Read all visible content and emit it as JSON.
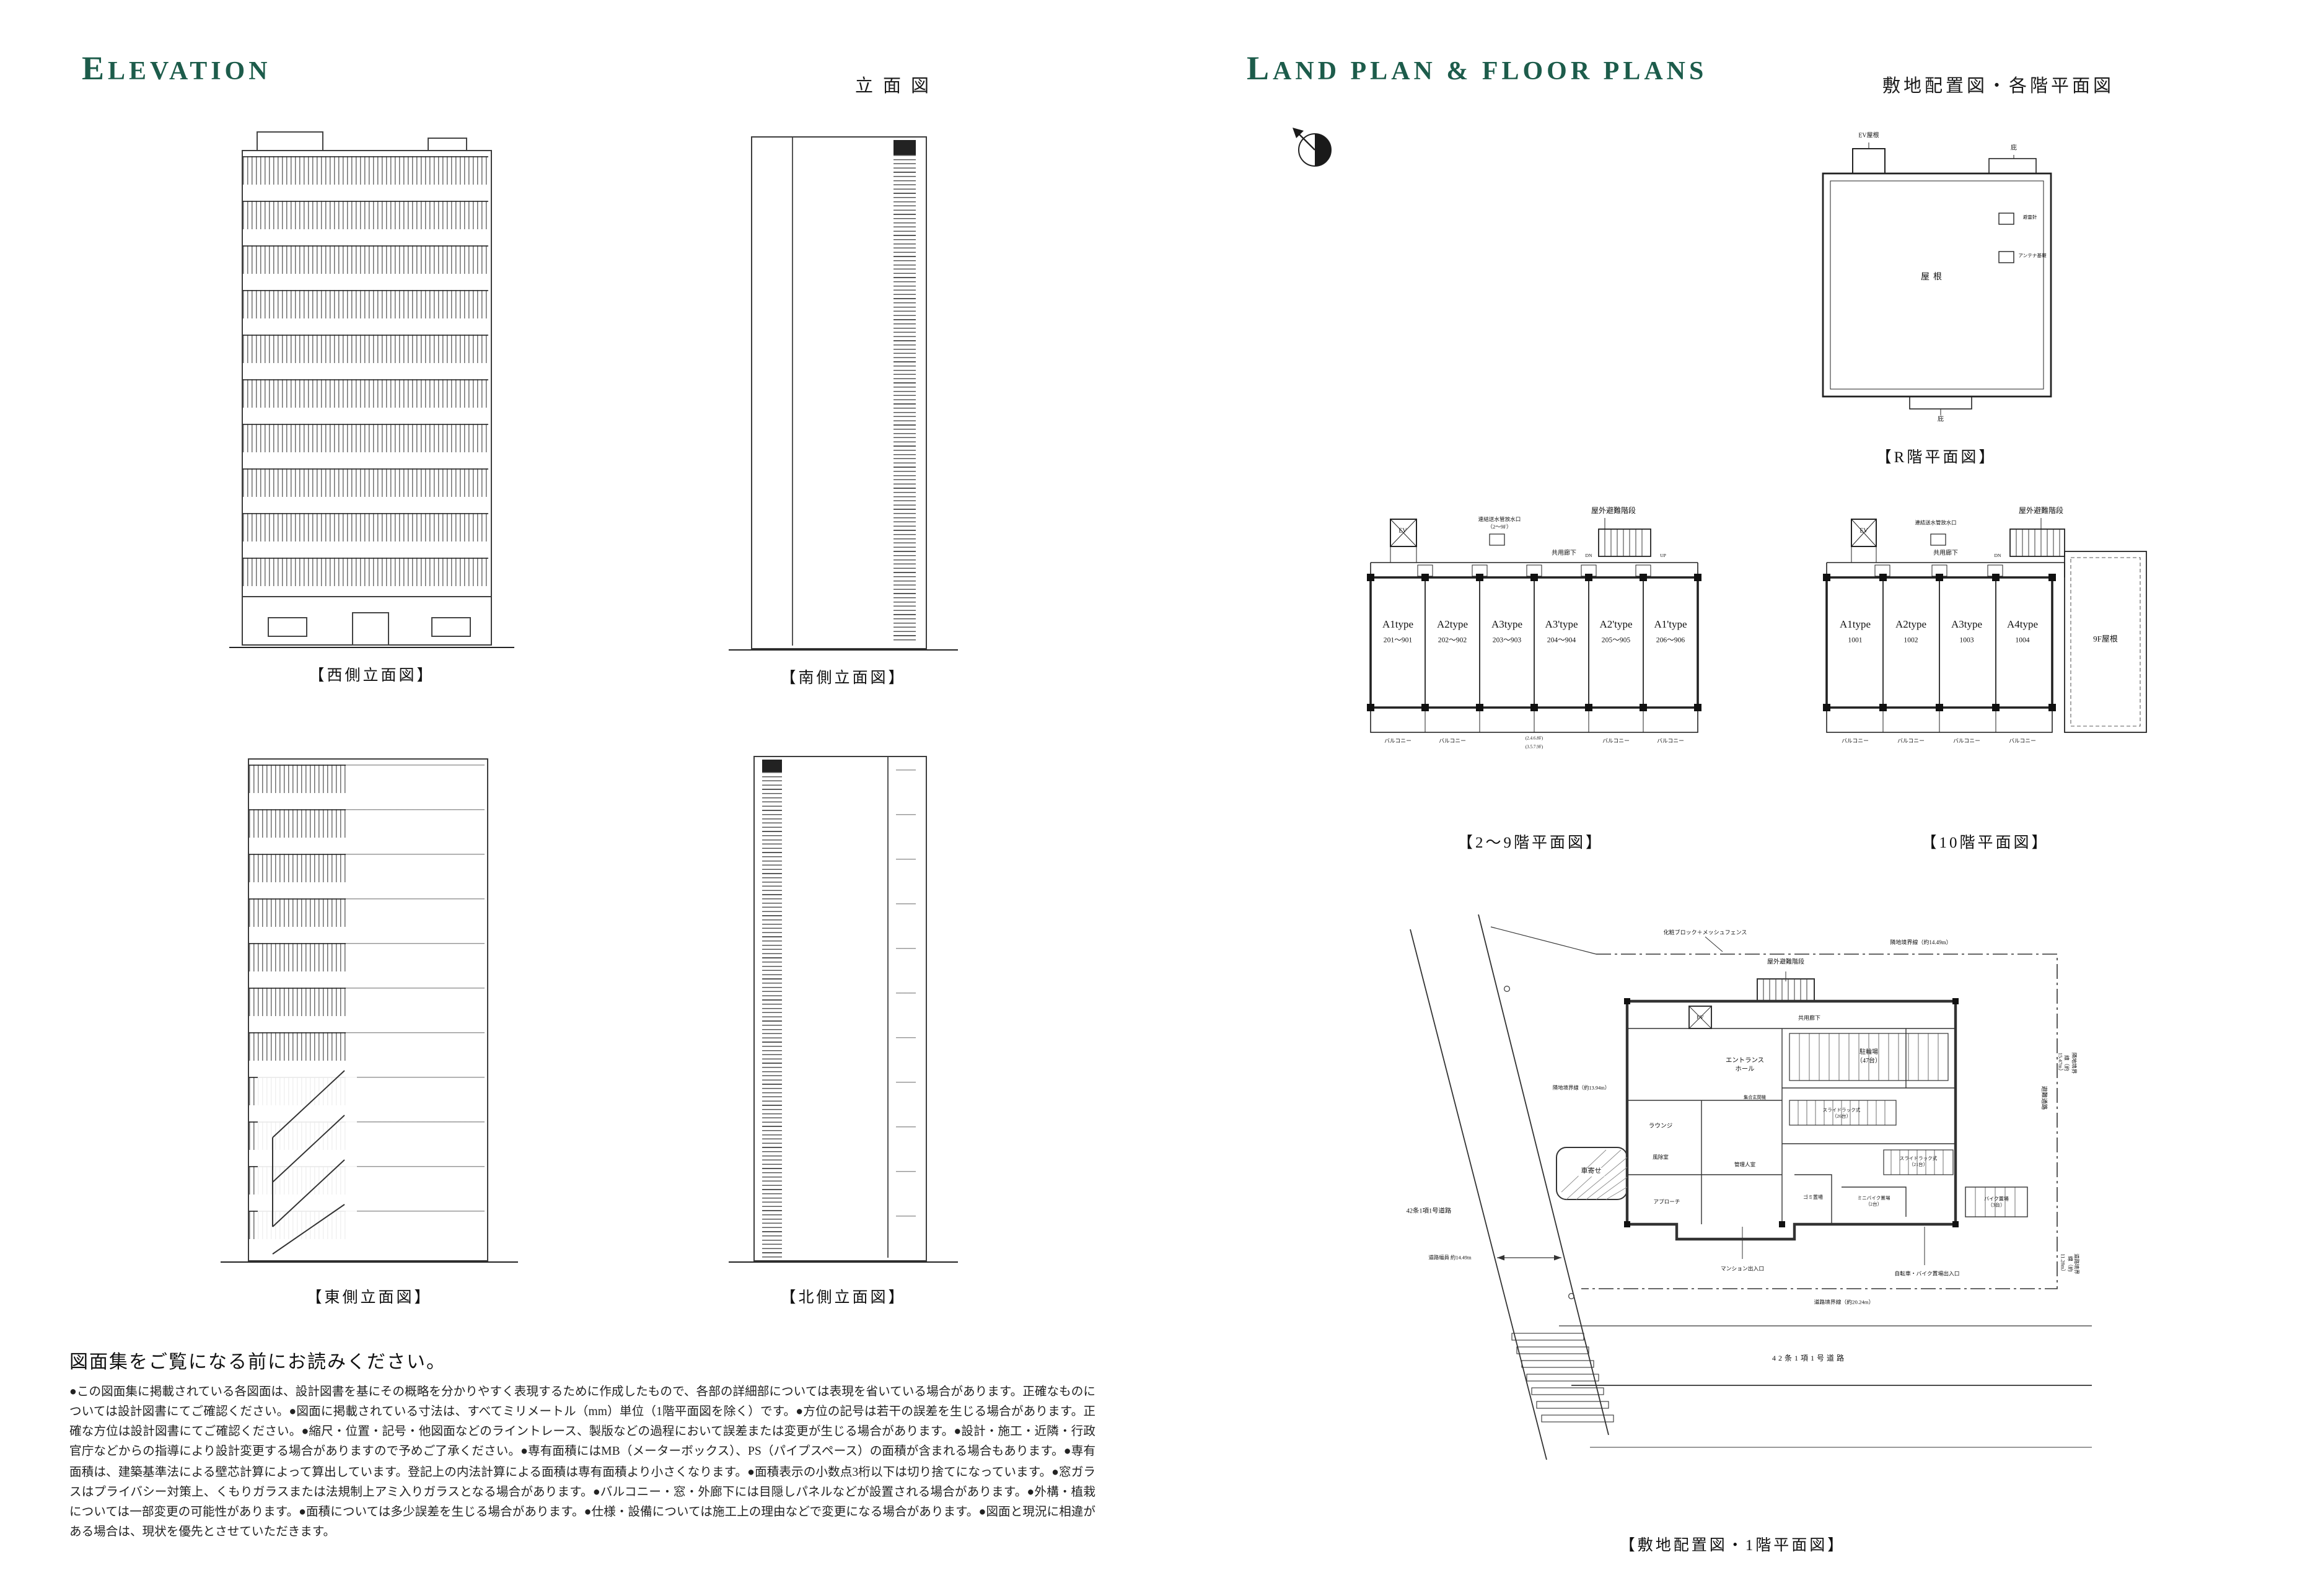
{
  "left": {
    "header": {
      "title": "ELEVATION",
      "subtitle": "立面図"
    },
    "elevations": [
      {
        "caption": "【西側立面図】"
      },
      {
        "caption": "【南側立面図】"
      },
      {
        "caption": "【東側立面図】"
      },
      {
        "caption": "【北側立面図】"
      }
    ],
    "notes": {
      "title": "図面集をご覧になる前にお読みください。",
      "body": "●この図面集に掲載されている各図面は、設計図書を基にその概略を分かりやすく表現するために作成したもので、各部の詳細部については表現を省いている場合があります。正確なものについては設計図書にてご確認ください。●図面に掲載されている寸法は、すべてミリメートル（mm）単位（1階平面図を除く）です。●方位の記号は若干の誤差を生じる場合があります。正確な方位は設計図書にてご確認ください。●縮尺・位置・記号・他図面などのライントレース、製版などの過程において誤差または変更が生じる場合があります。●設計・施工・近隣・行政官庁などからの指導により設計変更する場合がありますので予めご了承ください。●専有面積にはMB（メーターボックス）、PS（パイプスペース）の面積が含まれる場合もあります。●専有面積は、建築基準法による壁芯計算によって算出しています。登記上の内法計算による面積は専有面積より小さくなります。●面積表示の小数点3桁以下は切り捨てになっています。●窓ガラスはプライバシー対策上、くもりガラスまたは法規制上アミ入りガラスとなる場合があります。●バルコニー・窓・外廊下には目隠しパネルなどが設置される場合があります。●外構・植栽については一部変更の可能性があります。●面積については多少誤差を生じる場合があります。●仕様・設備については施工上の理由などで変更になる場合があります。●図面と現況に相違がある場合は、現状を優先とさせていただきます。"
    }
  },
  "right": {
    "header": {
      "title": "LAND PLAN & FLOOR PLANS",
      "subtitle": "敷地配置図・各階平面図"
    },
    "roof": {
      "caption": "【R階平面図】",
      "labels": {
        "ev_roof": "EV屋根",
        "canopy_top": "庇",
        "roof": "屋根",
        "lightning": "避雷針",
        "antenna": "アンテナ基礎",
        "canopy_bottom": "庇"
      }
    },
    "floor29": {
      "caption": "【2〜9階平面図】",
      "labels": {
        "stairs": "屋外避難階段",
        "standpipe": "連結送水管放水口\n（2〜9F）",
        "corridor": "共用廊下",
        "ev": "EV",
        "dn": "DN",
        "up": "UP",
        "balcony": "バルコニー",
        "note_even": "(2.4.6.8F)",
        "note_odd": "(3.5.7.9F)"
      },
      "units": [
        {
          "type": "A1type",
          "rooms": "201〜901"
        },
        {
          "type": "A2type",
          "rooms": "202〜902"
        },
        {
          "type": "A3type",
          "rooms": "203〜903"
        },
        {
          "type": "A3'type",
          "rooms": "204〜904"
        },
        {
          "type": "A2'type",
          "rooms": "205〜905"
        },
        {
          "type": "A1'type",
          "rooms": "206〜906"
        }
      ]
    },
    "floor10": {
      "caption": "【10階平面図】",
      "labels": {
        "stairs": "屋外避難階段",
        "standpipe": "連結送水管放水口",
        "corridor": "共用廊下",
        "ev": "EV",
        "dn": "DN",
        "roof9f": "9F屋根",
        "balcony": "バルコニー"
      },
      "units": [
        {
          "type": "A1type",
          "rooms": "1001"
        },
        {
          "type": "A2type",
          "rooms": "1002"
        },
        {
          "type": "A3type",
          "rooms": "1003"
        },
        {
          "type": "A4type",
          "rooms": "1004"
        }
      ]
    },
    "site": {
      "caption": "【敷地配置図・1階平面図】",
      "labels": {
        "fence": "化粧ブロック＋メッシュフェンス",
        "boundary_top": "隣地境界線（約14.49m）",
        "boundary_right": "隣地境界線（約15.47m）",
        "boundary_left": "隣地境界線（約13.94m）",
        "stairs": "屋外避難階段",
        "ev": "EV",
        "corridor": "共用廊下",
        "entrance_hall": "エントランス\nホール",
        "entry_panel": "集合玄関機",
        "lounge": "ラウンジ",
        "windbreak": "風除室",
        "manager": "管理人室",
        "approach": "アプローチ",
        "porch": "車寄せ",
        "bicycle": "駐輪場\n（47台）",
        "slide26": "スライドラック式\n（26台）",
        "slide21": "スライドラック式\n（21台）",
        "garbage": "ゴミ置場",
        "minibike": "ミニバイク置場\n（2台）",
        "bike": "バイク置場\n（3台）",
        "escape": "避難通路",
        "road_left": "42条1項1号道路",
        "road_bottom": "42条1項1号道路",
        "road_width": "道路幅員 約14.49m",
        "exit_main": "マンション出入口",
        "exit_bike": "自転車・バイク置場出入口",
        "rb_bottom": "道路境界線（約20.24m）",
        "rb_right": "道路境界線（約11.28m）"
      }
    }
  }
}
